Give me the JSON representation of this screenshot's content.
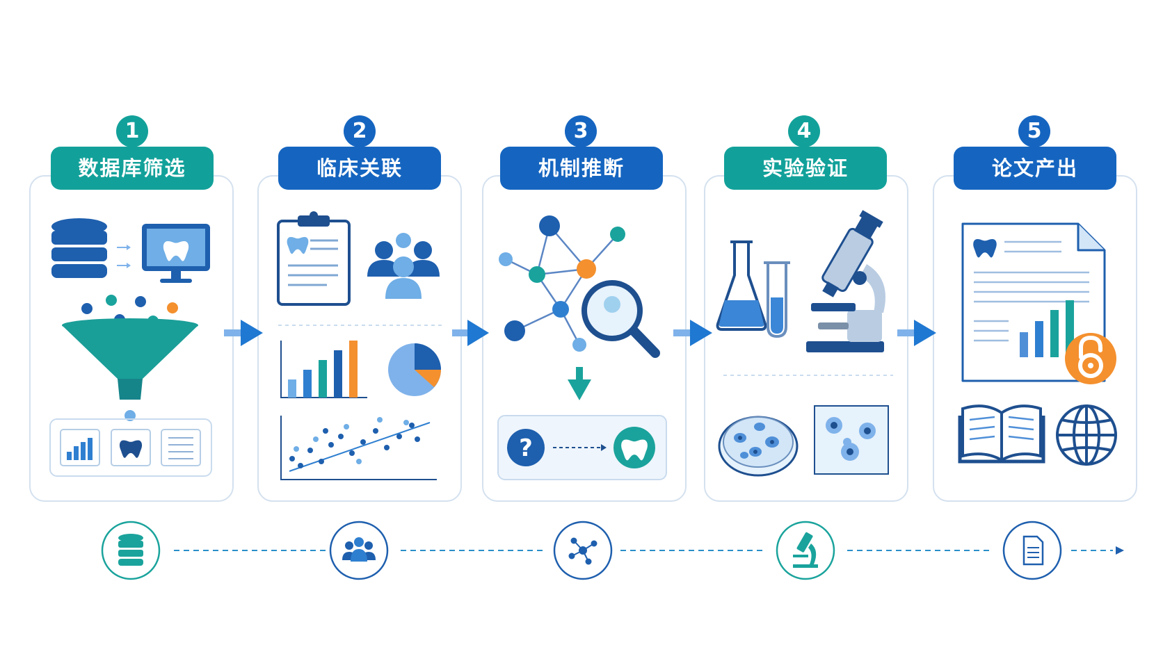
{
  "steps": [
    {
      "number": "1",
      "title": "数据库筛选"
    },
    {
      "number": "2",
      "title": "临床关联"
    },
    {
      "number": "3",
      "title": "机制推断"
    },
    {
      "number": "4",
      "title": "实验验证"
    },
    {
      "number": "5",
      "title": "论文产出"
    }
  ],
  "colors": {
    "teal": "#12a19a",
    "blue": "#1565c0",
    "dark_blue": "#1a4f94",
    "light_blue": "#7fb2ea",
    "orange": "#f4902e",
    "panel_border": "#d4e1ef"
  },
  "icons": {
    "step1": [
      "database-icon",
      "monitor-tooth-icon",
      "funnel-icon",
      "bar-chart-icon",
      "tooth-icon",
      "document-lines-icon"
    ],
    "step2": [
      "clipboard-icon",
      "people-group-icon",
      "bar-chart-icon",
      "pie-chart-icon",
      "scatter-plot-icon"
    ],
    "step3": [
      "network-icon",
      "magnifier-icon",
      "down-arrow-icon",
      "question-icon",
      "tooth-icon"
    ],
    "step4": [
      "flask-icon",
      "test-tube-icon",
      "microscope-icon",
      "petri-dish-icon",
      "cell-slide-icon"
    ],
    "step5": [
      "paper-icon",
      "open-access-icon",
      "open-book-icon",
      "globe-icon"
    ],
    "timeline": [
      "database-icon",
      "people-group-icon",
      "network-icon",
      "microscope-icon",
      "document-icon"
    ]
  }
}
